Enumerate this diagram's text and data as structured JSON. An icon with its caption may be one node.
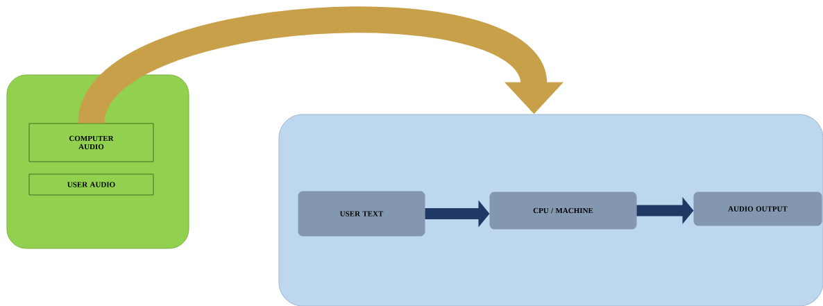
{
  "diagram": {
    "nodes": [
      {
        "text": [],
        "shape": "box"
      },
      {
        "text": [
          "COMPUTER AUDIO"
        ],
        "in": 0
      },
      {
        "text": [
          "USER AUDIO"
        ],
        "in": 0
      },
      {
        "text": [],
        "shape": "box"
      },
      {
        "text": [
          "USER TEXT"
        ],
        "in": 3
      },
      {
        "text": [
          "CPU / MACHINE"
        ],
        "in": 3
      },
      {
        "text": [
          "AUDIO OUTPUT"
        ],
        "in": 3
      }
    ],
    "edges": [
      {
        "from": 1,
        "to": 3,
        "arrow": "to",
        "style": "thick",
        "color": "#c9a04a"
      },
      {
        "from": 4,
        "to": 5,
        "arrow": "to"
      },
      {
        "from": 5,
        "to": 6,
        "arrow": "to"
      }
    ]
  }
}
